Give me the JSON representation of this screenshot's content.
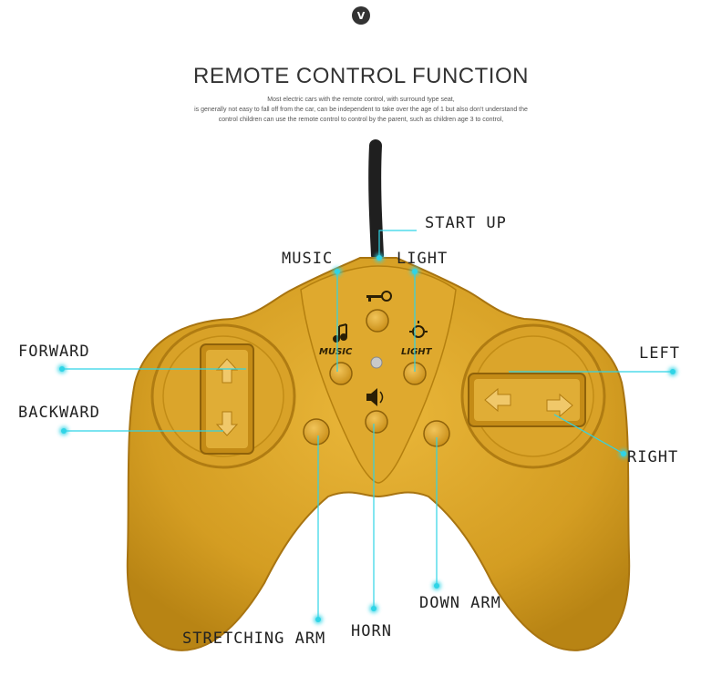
{
  "badge": {
    "text": "V",
    "icon": "chevron-down-icon"
  },
  "header": {
    "title": "REMOTE CONTROL FUNCTION",
    "description": [
      "Most electric cars with the remote control, with surround type seat,",
      "is generally not easy to fall off from the car, can be independent to take over the age of 1 but also don't understand the",
      "control children can use the remote control to control by the parent, such as children age 3 to control,"
    ]
  },
  "controller": {
    "body_color": "#d9a228",
    "pointer_color": "#2fd4e6",
    "button_icons": {
      "music": "MUSIC",
      "light": "LIGHT"
    }
  },
  "labels": {
    "start_up": "START UP",
    "music": "MUSIC",
    "light": "LIGHT",
    "forward": "FORWARD",
    "backward": "BACKWARD",
    "left": "LEFT",
    "right": "RIGHT",
    "stretching_arm": "STRETCHING ARM",
    "horn": "HORN",
    "down_arm": "DOWN ARM"
  }
}
